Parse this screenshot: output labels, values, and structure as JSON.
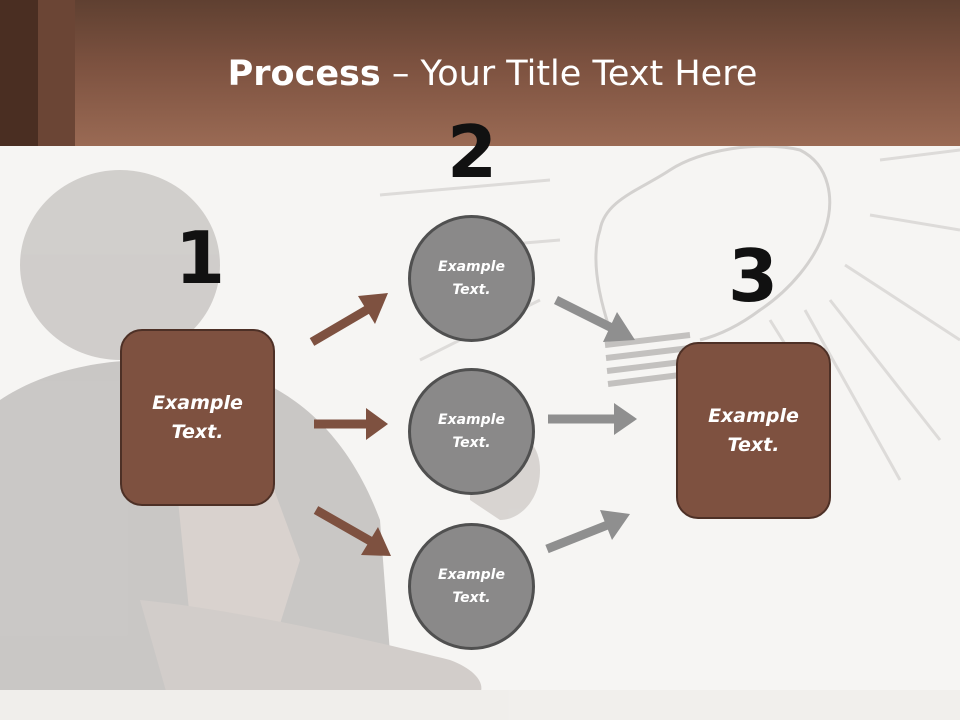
{
  "title": {
    "bold": "Process",
    "rest": " – Your Title Text Here"
  },
  "steps": {
    "one": "1",
    "two": "2",
    "three": "3"
  },
  "box_left": {
    "line1": "Example",
    "line2": "Text."
  },
  "box_right": {
    "line1": "Example",
    "line2": "Text."
  },
  "circles": [
    {
      "line1": "Example",
      "line2": "Text."
    },
    {
      "line1": "Example",
      "line2": "Text."
    },
    {
      "line1": "Example",
      "line2": "Text."
    }
  ],
  "colors": {
    "header": "#7d5240",
    "box": "#7e5140",
    "circle": "#8a8989",
    "brown_arrow": "#7e5140",
    "gray_arrow": "#8f8f8f"
  }
}
